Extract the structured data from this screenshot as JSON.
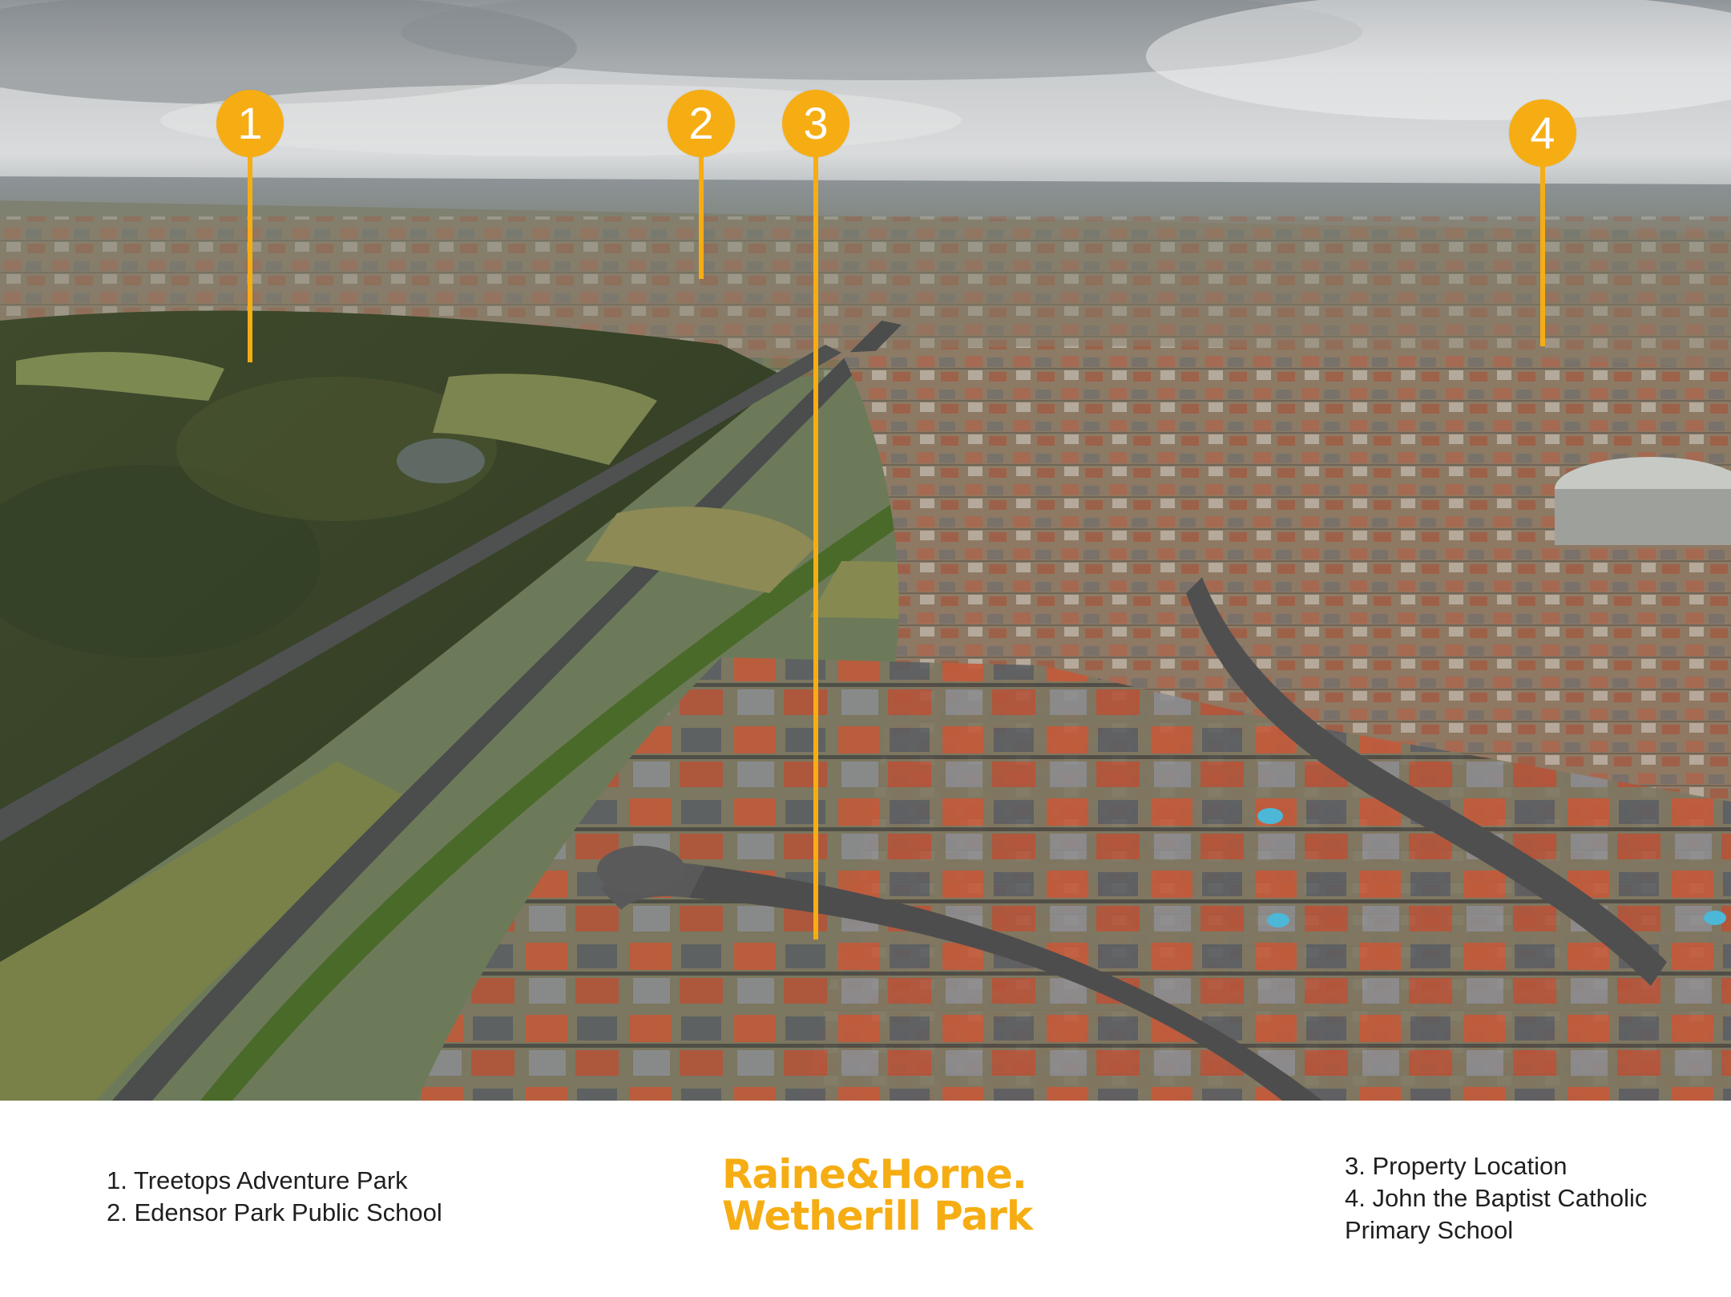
{
  "photo": {
    "description_icon": "aerial-suburb-photo"
  },
  "markers": [
    {
      "label": "1"
    },
    {
      "label": "2"
    },
    {
      "label": "3"
    },
    {
      "label": "4"
    }
  ],
  "legend": {
    "left": [
      "1. Treetops Adventure Park",
      "2. Edensor Park Public School"
    ],
    "right": [
      "3. Property Location",
      "4. John the Baptist Catholic Primary School"
    ]
  },
  "brand": {
    "line1": "Raine&Horne.",
    "line2": "Wetherill Park"
  },
  "colors": {
    "accent": "#f6ad13",
    "text": "#1f1f1f"
  }
}
